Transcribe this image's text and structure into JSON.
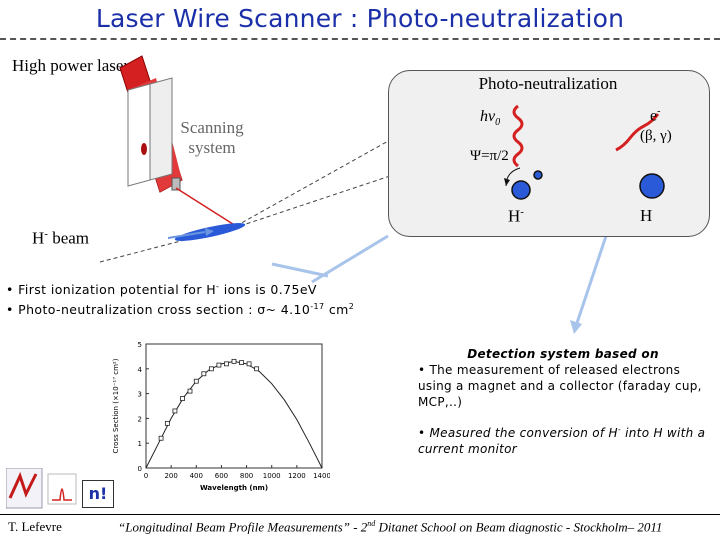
{
  "title": "Laser Wire Scanner : Photo-neutralization",
  "labels": {
    "high_power_laser": "High power laser",
    "scanning_system_line1": "Scanning",
    "scanning_system_line2": "system",
    "h_beam_main": "H",
    "h_beam_sup": "-",
    "h_beam_tail": " beam"
  },
  "photo_box": {
    "title": "Photo-neutralization",
    "photon_h": "h",
    "photon_nu": "ν",
    "photon_sub": "0",
    "psi": "Ψ=π/2",
    "electron": "e",
    "electron_sup": "-",
    "electron_params": "(β, γ)",
    "h_minus": "H",
    "h_minus_sup": "-",
    "h_neutral": "H"
  },
  "bullets": [
    {
      "bullet": "•",
      "pre": "First ionization potential for H",
      "sup": "-",
      "post": " ions is 0.75eV"
    },
    {
      "bullet": "•",
      "pre": "Photo-neutralization cross section : σ~ 4.10",
      "sup": "-17",
      "post": " cm",
      "sup2": "2"
    }
  ],
  "detection": {
    "heading": "Detection system based on",
    "item1_bullet": "•",
    "item1": "The measurement of released electrons using a magnet and a collector (faraday cup, MCP,..)",
    "item2_bullet": "•",
    "item2_pre": "Measured the conversion of H",
    "item2_sup": "-",
    "item2_post": " into H with a current monitor"
  },
  "chart_data": {
    "type": "scatter",
    "title": "",
    "xlabel": "Wavelength (nm)",
    "ylabel": "Cross Section (×10⁻¹⁷ cm²)",
    "xlim": [
      0,
      1400
    ],
    "ylim": [
      0,
      5
    ],
    "xticks": [
      "0",
      "200",
      "400",
      "600",
      "800",
      "1000",
      "1200",
      "1400"
    ],
    "yticks": [
      "0",
      "1",
      "2",
      "3",
      "4",
      "5"
    ],
    "curve": {
      "x": [
        0,
        100,
        200,
        300,
        400,
        500,
        600,
        700,
        800,
        900,
        1000,
        1100,
        1200,
        1300,
        1400
      ],
      "y": [
        0.0,
        1.0,
        2.0,
        2.85,
        3.5,
        3.95,
        4.2,
        4.3,
        4.2,
        3.9,
        3.4,
        2.75,
        1.95,
        1.0,
        0.0
      ]
    },
    "points": {
      "x": [
        120,
        170,
        230,
        290,
        350,
        400,
        460,
        520,
        580,
        640,
        700,
        760,
        820,
        880
      ],
      "y": [
        1.2,
        1.8,
        2.3,
        2.8,
        3.1,
        3.5,
        3.8,
        4.0,
        4.15,
        4.2,
        4.3,
        4.25,
        4.2,
        4.0
      ]
    }
  },
  "logos": {
    "n_mark": "n!"
  },
  "footer": {
    "author": "T. Lefevre",
    "citation_pre": "“Longitudinal Beam Profile Measurements” - 2",
    "citation_sup": "nd",
    "citation_post": " Ditanet School on Beam diagnostic - Stockholm– 2011"
  },
  "colors": {
    "title": "#1a2fa8",
    "laser_red": "#d42020",
    "beam_blue": "#2a5ad8",
    "arrow_blue": "#8ab0e8"
  }
}
